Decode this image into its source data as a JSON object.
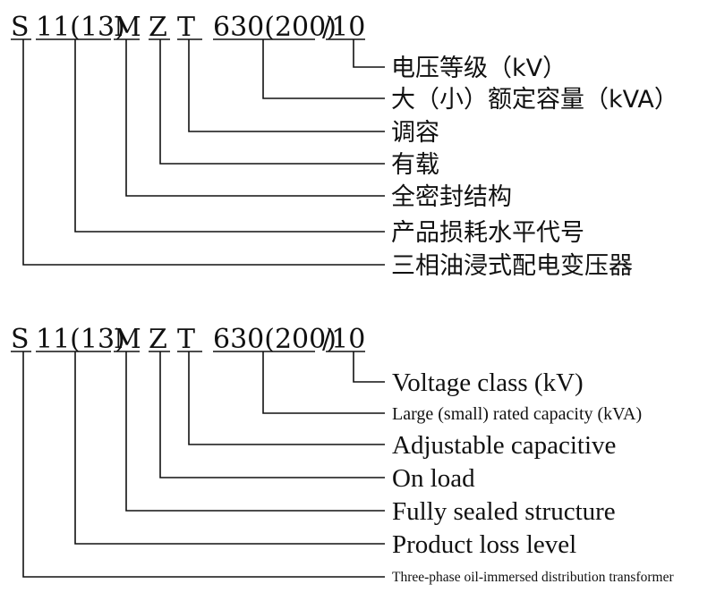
{
  "code": {
    "S": "S",
    "loss": "11(13)",
    "sealed": "M",
    "load": "Z",
    "cap": "T",
    "capacity": "630(200)",
    "voltage": "/10"
  },
  "chinese": {
    "voltage_class": "电压等级（kV）",
    "rated_capacity": "大（小）额定容量（kVA）",
    "adjustable": "调容",
    "on_load": "有载",
    "sealed": "全密封结构",
    "loss_level": "产品损耗水平代号",
    "transformer": "三相油浸式配电变压器"
  },
  "english": {
    "voltage_class": "Voltage  class (kV)",
    "rated_capacity": "Large (small) rated capacity (kVA)",
    "adjustable": "Adjustable capacitive",
    "on_load": "On load",
    "sealed": "Fully sealed structure",
    "loss_level": "Product loss level",
    "transformer": "Three-phase oil-immersed distribution transformer"
  }
}
